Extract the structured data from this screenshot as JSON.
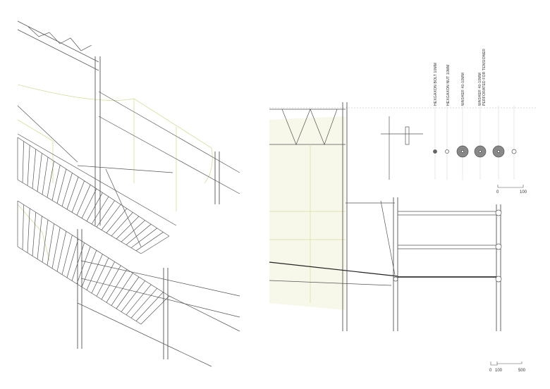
{
  "hardware_labels": [
    "HEXGAXON BOLT 10MM",
    "HEXGAXON NUT 10MM",
    "WASHER 40-10MM",
    "WASHER 40-10MM",
    "PERFORATED FOR TENSIONER"
  ],
  "detail_scale": {
    "start": "0",
    "end": "100"
  },
  "section_scale": {
    "start": "0",
    "mid": "100",
    "end": "500"
  },
  "colors": {
    "line": "#555555",
    "guide": "#d8dc9a",
    "fill": "#f7f7ea"
  }
}
